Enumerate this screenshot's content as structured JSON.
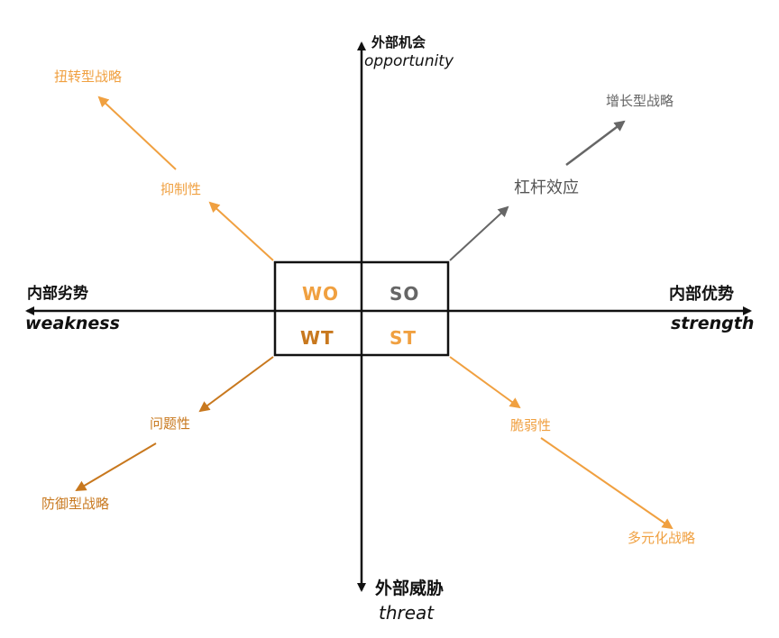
{
  "axes": {
    "top": {
      "cn": "外部机会",
      "en": "opportunity"
    },
    "bottom": {
      "cn": "外部威胁",
      "en": "threat"
    },
    "left": {
      "cn": "内部劣势",
      "en": "weakness"
    },
    "right": {
      "cn": "内部优势",
      "en": "strength"
    }
  },
  "quadrants": {
    "wo": "WO",
    "so": "SO",
    "wt": "WT",
    "st": "ST"
  },
  "branches": {
    "wo": {
      "mid": "抑制性",
      "end": "扭转型战略",
      "color": "#f0a040"
    },
    "so": {
      "mid": "杠杆效应",
      "end": "增长型战略",
      "color": "#666666"
    },
    "wt": {
      "mid": "问题性",
      "end": "防御型战略",
      "color": "#c8781e"
    },
    "st": {
      "mid": "脆弱性",
      "end": "多元化战略",
      "color": "#f0a040"
    }
  },
  "colors": {
    "axis": "#111111",
    "wo": "#f0a040",
    "so": "#666666",
    "wt": "#c8781e",
    "st": "#f0a040"
  }
}
